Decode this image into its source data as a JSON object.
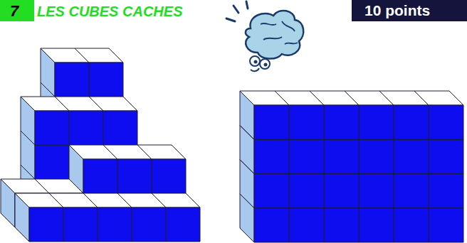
{
  "diagram": {
    "title": "LES CUBES CACHES",
    "labels": [
      "7",
      "10 points"
    ]
  }
}
